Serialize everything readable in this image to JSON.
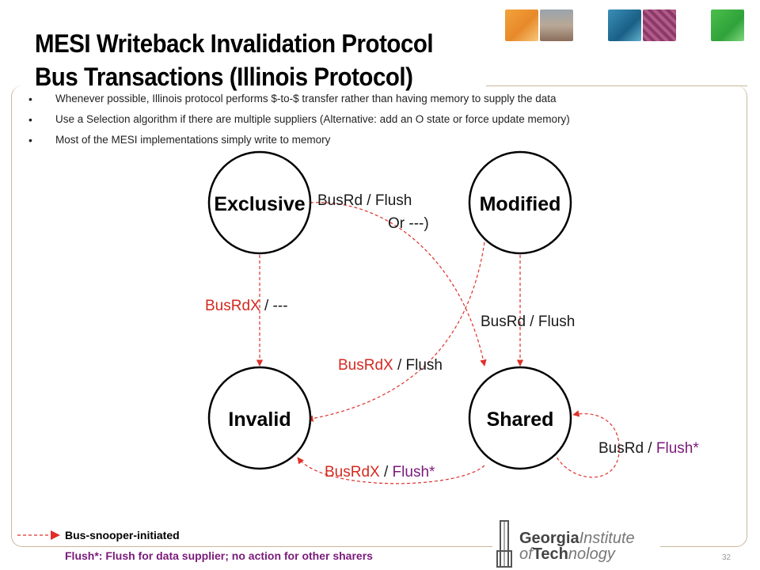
{
  "slide": {
    "title_line1": "MESI Writeback Invalidation Protocol",
    "title_line2": "Bus Transactions (Illinois Protocol)",
    "page_number": "32"
  },
  "bullets": [
    "Whenever possible, Illinois protocol performs $-to-$ transfer rather than having memory to supply the data",
    "Use a Selection algorithm if there are multiple suppliers  (Alternative: add an O state or force update memory)",
    "Most of the MESI implementations simply write to memory"
  ],
  "states": {
    "exclusive": "Exclusive",
    "modified": "Modified",
    "invalid": "Invalid",
    "shared": "Shared"
  },
  "transitions": {
    "e_to_s": {
      "line1": "BusRd / Flush",
      "line2": "Or ---)"
    },
    "e_to_i": {
      "event": "BusRdX",
      "action": " / ---"
    },
    "m_to_s": {
      "label": "BusRd / Flush"
    },
    "m_to_i": {
      "event": "BusRdX",
      "action": " / Flush"
    },
    "s_to_s": {
      "event": "BusRd",
      "sep": " / ",
      "action": "Flush*"
    },
    "s_to_i": {
      "event": "BusRdX",
      "sep": " / ",
      "action": "Flush*"
    }
  },
  "legend": {
    "snooper": "Bus-snooper-initiated",
    "footnote": "Flush*: Flush for data supplier; no action for other sharers"
  },
  "logo": {
    "line1_bold": "Georgia",
    "line1_light": "Institute",
    "line2_light": "of",
    "line2_bold": "Tech",
    "line2_light2": "nology"
  },
  "colors": {
    "arrow": "#e0302a",
    "event_text": "#d42a20",
    "flush_star": "#7a1a7a",
    "frame": "#c9b89c"
  },
  "icons": [
    "campus-photo",
    "campus-photo",
    "chip-photo",
    "chip-photo",
    "green-tile"
  ]
}
